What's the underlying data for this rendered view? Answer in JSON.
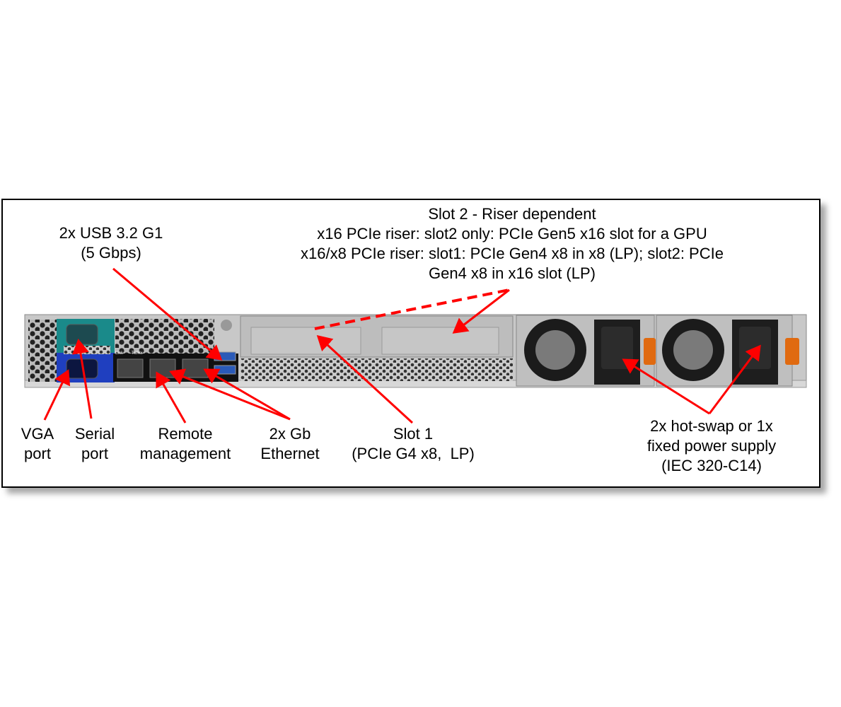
{
  "labels": {
    "usb": [
      "2x USB 3.2 G1",
      "(5 Gbps)"
    ],
    "slot2": [
      "Slot 2 - Riser dependent",
      "x16 PCIe riser: slot2 only: PCIe Gen5 x16 slot for a GPU",
      "x16/x8 PCIe riser: slot1: PCIe Gen4 x8 in x8 (LP); slot2: PCIe",
      "Gen4 x8 in x16 slot (LP)"
    ],
    "vga": [
      "VGA",
      "port"
    ],
    "serial": [
      "Serial",
      "port"
    ],
    "remote": [
      "Remote",
      "management"
    ],
    "ethernet": [
      "2x Gb",
      "Ethernet"
    ],
    "slot1": [
      "Slot 1",
      "(PCIe G4 x8,  LP)"
    ],
    "psu": [
      "2x hot-swap or 1x",
      "fixed power supply",
      "(IEC 320-C14)"
    ]
  },
  "port_labels": {
    "link": "Link",
    "txrx": "Tx/Rx"
  },
  "colors": {
    "arrow": "#ff0000",
    "vga_panel": "#1f3fbf",
    "serial_panel": "#1a8a8a",
    "psu_tab": "#e06a10",
    "chassis": "#c8c8c8"
  }
}
